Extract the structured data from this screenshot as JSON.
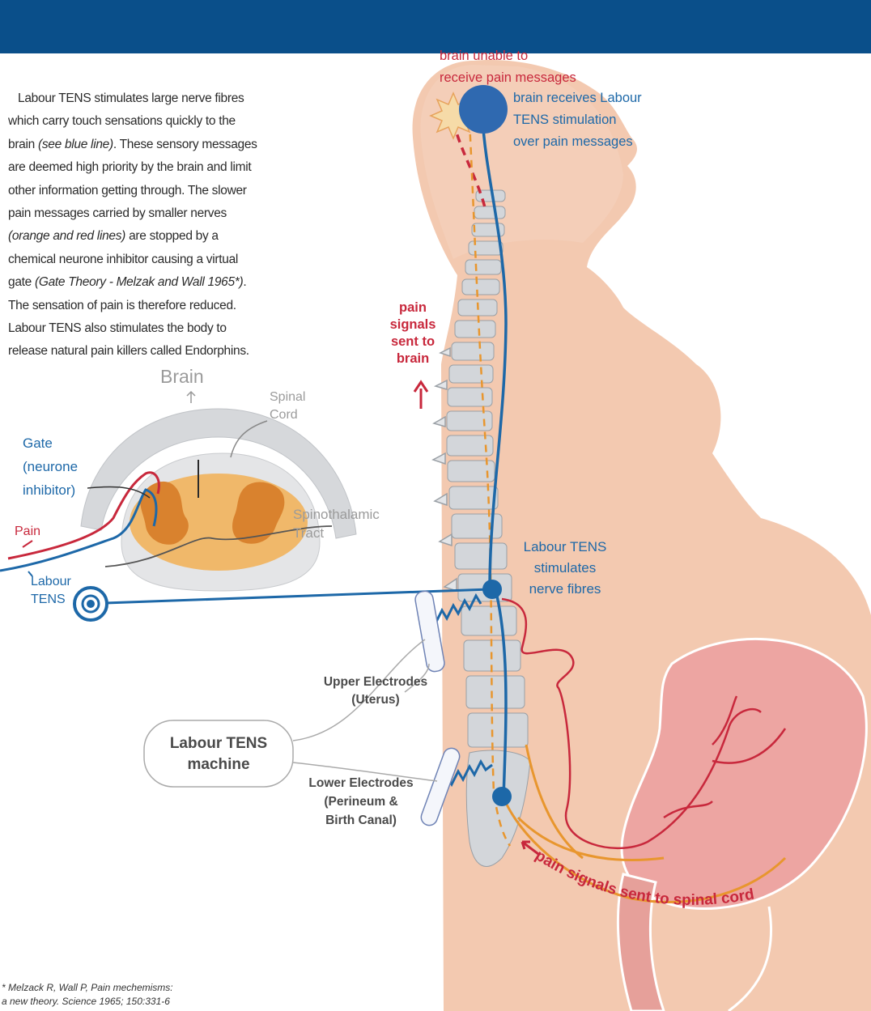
{
  "body_text": {
    "line1": "Labour TENS stimulates large nerve fibres",
    "line2": "which carry touch sensations  quickly to the",
    "line3_a": "brain ",
    "line3_em": "(see blue line)",
    "line3_b": ". These sensory messages",
    "line4": "are deemed high priority by the brain and limit",
    "line5": "other information getting through. The slower",
    "line6": "pain messages carried by smaller nerves",
    "line7_em": "(orange and red lines)",
    "line7_b": " are stopped by a",
    "line8": "chemical neurone inhibitor causing a virtual",
    "line9_a": "gate ",
    "line9_em": "(Gate Theory - Melzak and Wall 1965*)",
    "line9_b": ".",
    "line10": "The sensation of pain is therefore reduced.",
    "line11": "Labour TENS also stimulates the body to",
    "line12": "release natural pain killers called Endorphins."
  },
  "inset": {
    "brain": "Brain",
    "spinal": "Spinal",
    "cord": "Cord",
    "gate": "Gate",
    "neurone": "(neurone",
    "inhibitor": "inhibitor)",
    "spinothalamic": "Spinothalamic",
    "tract": "Tract",
    "pain": "Pain",
    "labour": "Labour",
    "tens": "TENS"
  },
  "labels": {
    "brain_unable_1": "brain unable to",
    "brain_unable_2": "receive pain messages",
    "brain_receives_1": "brain receives Labour",
    "brain_receives_2": "TENS stimulation",
    "brain_receives_3": "over pain messages",
    "pain_signals_1": "pain",
    "pain_signals_2": "signals",
    "pain_signals_3": "sent to",
    "pain_signals_4": "brain",
    "tens_stim_1": "Labour TENS",
    "tens_stim_2": "stimulates",
    "tens_stim_3": "nerve fibres",
    "upper_1": "Upper Electrodes",
    "upper_2": "(Uterus)",
    "machine_1": "Labour TENS",
    "machine_2": "machine",
    "lower_1": "Lower Electrodes",
    "lower_2": "(Perineum &",
    "lower_3": "Birth Canal)",
    "curved": "pain signals sent to spinal cord"
  },
  "reference": {
    "line1": "* Melzack R, Wall P, Pain mechemisms:",
    "line2": "a new theory. Science 1965; 150:331-6"
  },
  "colors": {
    "header": "#0a4f8a",
    "skin": "#f3c9b0",
    "uterus": "#eda5a2",
    "blue_nerve": "#1d68a8",
    "red_nerve": "#c8283c",
    "orange_nerve": "#e8962e"
  }
}
